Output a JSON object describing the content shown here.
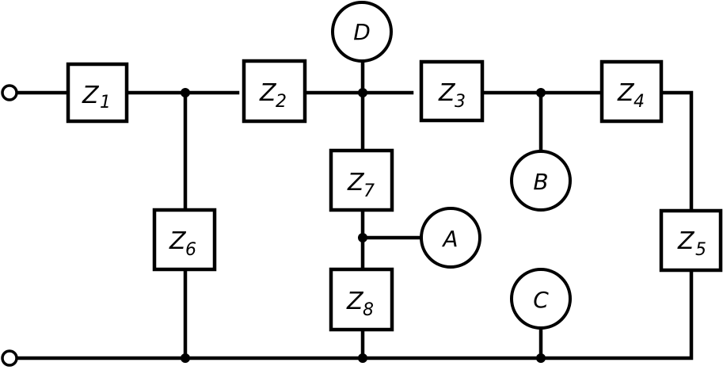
{
  "diagram": {
    "type": "circuit",
    "impedances": [
      {
        "id": "Z1",
        "letter": "Z",
        "sub": "1"
      },
      {
        "id": "Z2",
        "letter": "Z",
        "sub": "2"
      },
      {
        "id": "Z3",
        "letter": "Z",
        "sub": "3"
      },
      {
        "id": "Z4",
        "letter": "Z",
        "sub": "4"
      },
      {
        "id": "Z5",
        "letter": "Z",
        "sub": "5"
      },
      {
        "id": "Z6",
        "letter": "Z",
        "sub": "6"
      },
      {
        "id": "Z7",
        "letter": "Z",
        "sub": "7"
      },
      {
        "id": "Z8",
        "letter": "Z",
        "sub": "8"
      }
    ],
    "nodes": [
      {
        "id": "A",
        "label": "A"
      },
      {
        "id": "B",
        "label": "B"
      },
      {
        "id": "C",
        "label": "C"
      },
      {
        "id": "D",
        "label": "D"
      }
    ],
    "terminals": [
      "input-top",
      "input-bottom"
    ],
    "connections": [
      [
        "input-top",
        "Z1"
      ],
      [
        "Z1",
        "junction-1"
      ],
      [
        "junction-1",
        "Z2"
      ],
      [
        "junction-1",
        "Z6"
      ],
      [
        "Z6",
        "bottom-rail"
      ],
      [
        "Z2",
        "junction-2"
      ],
      [
        "junction-2",
        "D"
      ],
      [
        "junction-2",
        "Z3"
      ],
      [
        "junction-2",
        "Z7"
      ],
      [
        "Z7",
        "junction-A"
      ],
      [
        "junction-A",
        "A"
      ],
      [
        "junction-A",
        "Z8"
      ],
      [
        "Z8",
        "bottom-rail"
      ],
      [
        "Z3",
        "junction-3"
      ],
      [
        "junction-3",
        "B"
      ],
      [
        "junction-3",
        "Z4"
      ],
      [
        "Z4",
        "Z5"
      ],
      [
        "Z5",
        "bottom-rail"
      ],
      [
        "C",
        "bottom-rail"
      ],
      [
        "input-bottom",
        "bottom-rail"
      ]
    ]
  }
}
